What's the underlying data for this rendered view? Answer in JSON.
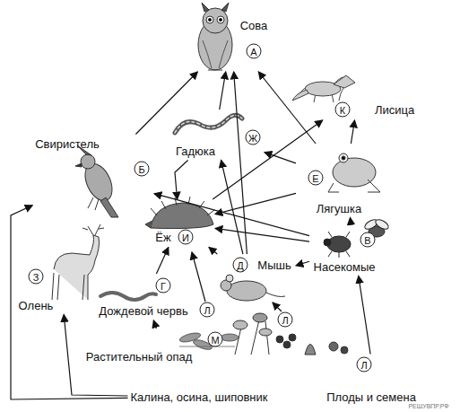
{
  "diagram": {
    "nodes": [
      {
        "text": [
          "Сова",
          "А"
        ]
      },
      {
        "text": [
          "Лисица",
          "К"
        ]
      },
      {
        "text": [
          "Свиристель",
          "Б"
        ]
      },
      {
        "text": [
          "Гадюка",
          "Ж"
        ]
      },
      {
        "text": [
          "Лягушка",
          "Е"
        ]
      },
      {
        "text": [
          "Ёж",
          "И"
        ]
      },
      {
        "text": [
          "Мышь",
          "Д"
        ]
      },
      {
        "text": [
          "Насекомые",
          "В"
        ]
      },
      {
        "text": [
          "Олень",
          "З"
        ]
      },
      {
        "text": [
          "Дождевой червь",
          "Г"
        ]
      },
      {
        "text": [
          "Растительный опад",
          "М"
        ]
      },
      {
        "text": [
          "Калина, осина, шиповник"
        ]
      },
      {
        "text": [
          "Плоды и семена",
          "Л"
        ]
      }
    ],
    "edges": [
      {
        "from": 11,
        "to": 2,
        "arrow": "to"
      },
      {
        "from": 11,
        "to": 8,
        "arrow": "to"
      },
      {
        "from": 2,
        "to": 0,
        "arrow": "to"
      },
      {
        "from": 3,
        "to": 0,
        "arrow": "to"
      },
      {
        "from": 3,
        "to": 5,
        "arrow": "to"
      },
      {
        "from": 4,
        "to": 3,
        "arrow": "to"
      },
      {
        "from": 4,
        "to": 0,
        "arrow": "to"
      },
      {
        "from": 4,
        "to": 1,
        "arrow": "to"
      },
      {
        "from": 4,
        "to": 5,
        "arrow": "to"
      },
      {
        "from": 5,
        "to": 1,
        "arrow": "to"
      },
      {
        "from": 6,
        "to": 0,
        "arrow": "to"
      },
      {
        "from": 6,
        "to": 3,
        "arrow": "to"
      },
      {
        "from": 6,
        "to": 5,
        "arrow": "to"
      },
      {
        "from": 7,
        "to": 2,
        "arrow": "to"
      },
      {
        "from": 7,
        "to": 5,
        "arrow": "to"
      },
      {
        "from": 7,
        "to": 4,
        "arrow": "to"
      },
      {
        "from": 7,
        "to": 6,
        "arrow": "to"
      },
      {
        "from": 9,
        "to": 5,
        "arrow": "to"
      },
      {
        "from": 10,
        "to": 9,
        "arrow": "to"
      },
      {
        "from": 12,
        "to": 7,
        "arrow": "to"
      }
    ],
    "labels": [
      "Л",
      "Л",
      "РЕШУВПР.РФ"
    ]
  }
}
